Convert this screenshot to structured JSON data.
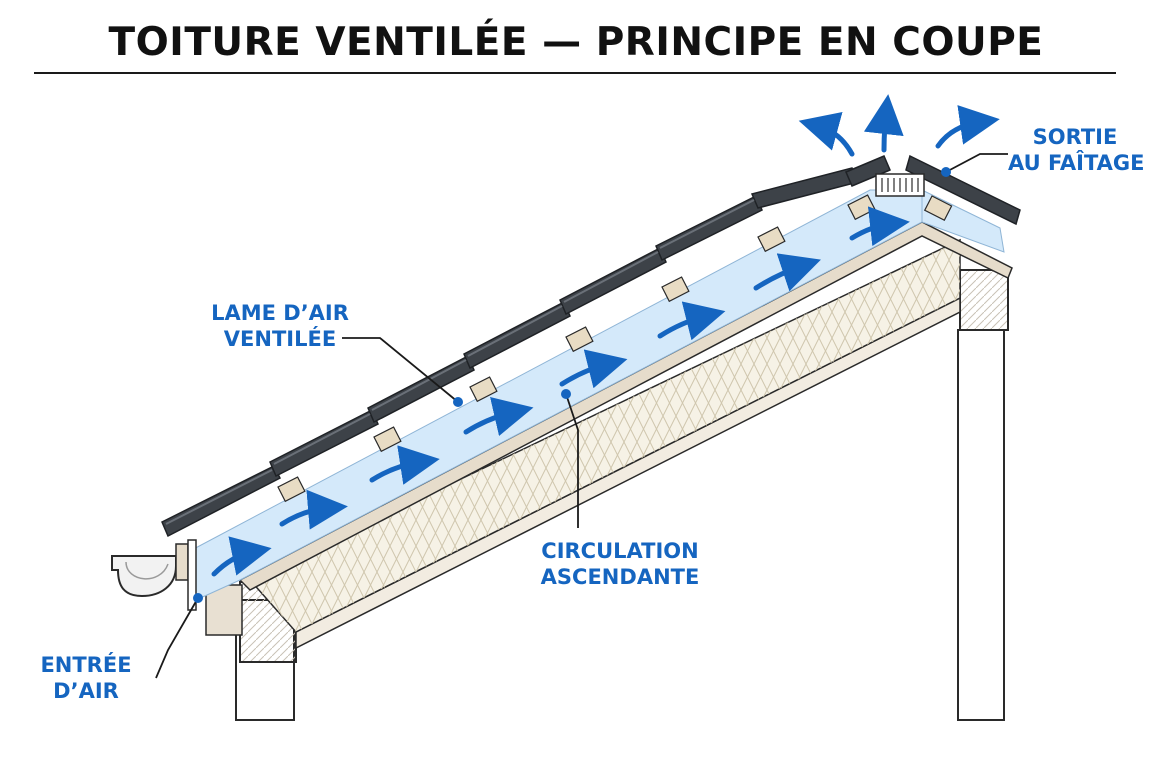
{
  "title": "TOITURE VENTILÉE — PRINCIPE EN COUPE",
  "colors": {
    "accent_blue": "#1565c0",
    "airflow_fill": "#d4e9fa",
    "tile_grey": "#3d4248",
    "insulation_fill": "#f6f2e6",
    "wood": "#e6dccb",
    "outline": "#2a2a2a"
  },
  "icons": [
    "upward-airflow-arrow-icon",
    "gutter-icon",
    "ridge-vent-icon"
  ],
  "labels": {
    "lame_air": [
      "LAME D’AIR",
      "VENTILÉE"
    ],
    "circulation": [
      "CIRCULATION",
      "ASCENDANTE"
    ],
    "entree": [
      "ENTRÉE",
      "D’AIR"
    ],
    "sortie": [
      "SORTIE",
      "AU FAÎTAGE"
    ]
  }
}
